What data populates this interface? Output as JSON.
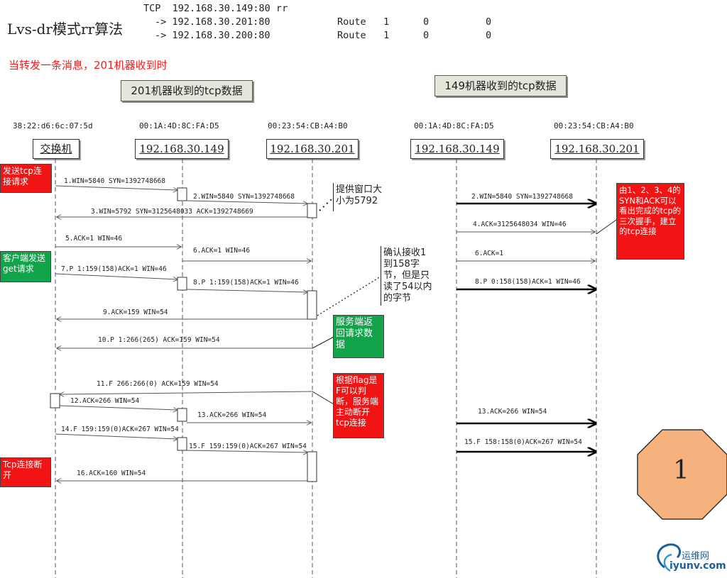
{
  "title": "Lvs-dr模式rr算法",
  "tcp_table": {
    "header": "TCP  192.168.30.149:80 rr",
    "rows": [
      {
        "target": "-> 192.168.30.201:80",
        "forward": "Route",
        "weight": "1",
        "active": "0",
        "inactive": "0"
      },
      {
        "target": "-> 192.168.30.200:80",
        "forward": "Route",
        "weight": "1",
        "active": "0",
        "inactive": "0"
      }
    ]
  },
  "subtitle": "当转发一条消息，201机器收到时",
  "section_labels": {
    "left": "201机器收到的tcp数据",
    "right": "149机器收到的tcp数据"
  },
  "macs": [
    "38:22:d6:6c:07:5d",
    "00:1A:4D:8C:FA:D5",
    "00:23:54:CB:A4:B0",
    "00:1A:4D:8C:FA:D5",
    "00:23:54:CB:A4:B0"
  ],
  "hosts": [
    "交换机",
    "192.168.30.149",
    "192.168.30.201",
    "192.168.30.149",
    "192.168.30.201"
  ],
  "messages_left": [
    "1.WIN=5840 SYN=1392748668",
    "2.WIN=5840 SYN=1392748668",
    "3.WIN=5792 SYN=3125648033 ACK=1392748669",
    "5.ACK=1 WIN=46",
    "6.ACK=1 WIN=46",
    "7.P 1:159(158)ACK=1 WIN=46",
    "8.P 1:159(158)ACK=1 WIN=46",
    "9.ACK=159 WIN=54",
    "10.P 1:266(265) ACK=159 WIN=54",
    "11.F 266:266(0) ACK=159 WIN=54",
    "12.ACK=266 WIN=54",
    "13.ACK=266 WIN=54",
    "14.F 159:159(0)ACK=267 WIN=54",
    "15.F 159:159(0)ACK=267 WIN=54",
    "16.ACK=160 WIN=54"
  ],
  "messages_right": [
    "2.WIN=5840 SYN=1392748668",
    "4.ACK=3125648034 WIN=46",
    "6.ACK=1",
    "8.P 0:158(158)ACK=1 WIN=46",
    "13.ACK=266 WIN=54",
    "15.F 158:158(0)ACK=267 WIN=54"
  ],
  "notes": {
    "send_tcp_request": "发送tcp连接请求",
    "client_get": "客户端发送get请求",
    "tcp_close": "Tcp连接断开",
    "window_size": "提供窗口大小为5792",
    "ack_receive": "确认接收1到158字节，但是只读了54以内的字节",
    "server_return": "服务端返回请求数据",
    "flag_note": "根据flag是F可以判断，服务端主动断开tcp连接",
    "handshake_note": "由1、2、3、4的SYN和ACK可以看出完成的tcp的三次握手，建立的tcp连接"
  },
  "badge": "1",
  "logo": {
    "cn": "运维网",
    "en": "iyunv.com"
  },
  "colors": {
    "red": "#f21414",
    "green": "#12a44a",
    "badge": "#f6b27e",
    "section_bg": "#e3e7d9"
  }
}
